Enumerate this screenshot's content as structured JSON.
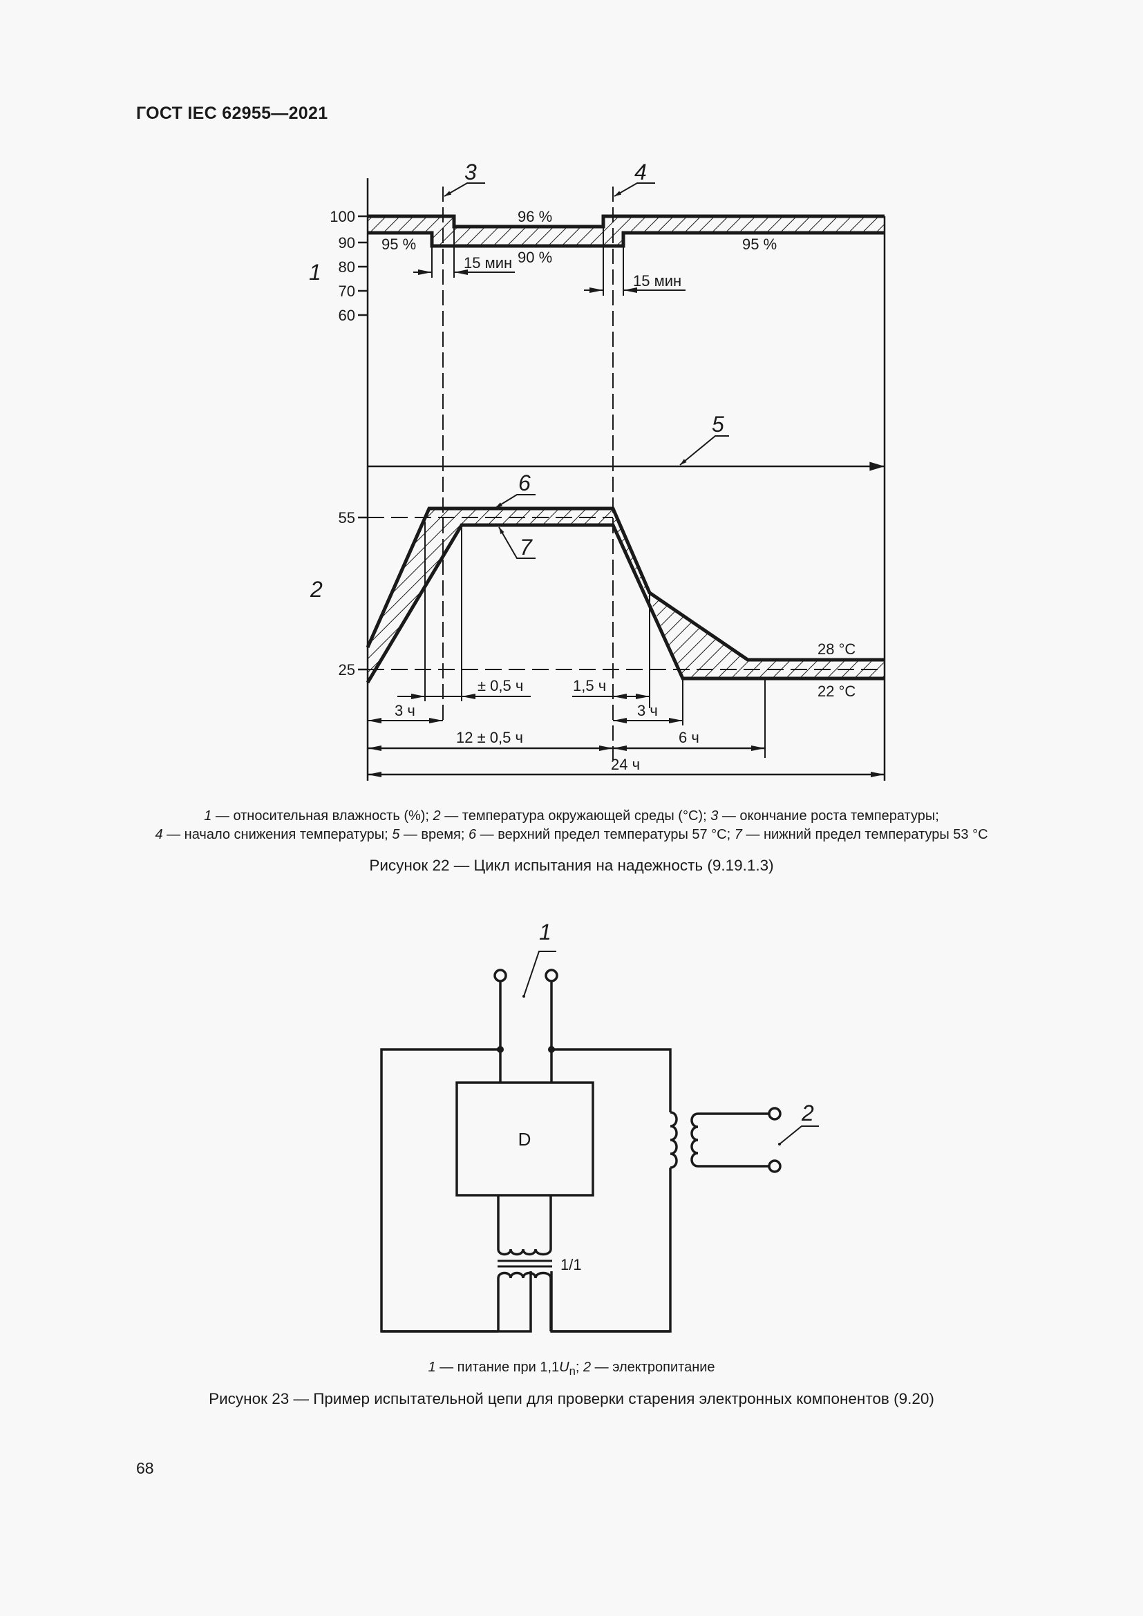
{
  "header": {
    "title": "ГОСТ IEC 62955—2021"
  },
  "figure22": {
    "callouts": {
      "c1": "1",
      "c2": "2",
      "c3": "3",
      "c4": "4",
      "c5": "5",
      "c6": "6",
      "c7": "7"
    },
    "humidity_axis_ticks": [
      "100",
      "90",
      "80",
      "70",
      "60"
    ],
    "humidity_labels": {
      "left_low": "95 %",
      "mid_high": "96 %",
      "mid_low": "90 %",
      "right_low": "95 %",
      "dim_15min_a": "15 мин",
      "dim_15min_b": "15 мин"
    },
    "temperature_axis_ticks": [
      "55",
      "25"
    ],
    "temperature_labels": {
      "upper_end": "28 °C",
      "lower_end": "22 °C"
    },
    "time_dimensions": {
      "tol_05h": "± 0,5 ч",
      "d_15h": "1,5 ч",
      "d_3h_left": "3 ч",
      "d_3h_right": "3 ч",
      "d_12h": "12 ± 0,5 ч",
      "d_6h": "6 ч",
      "d_24h": "24 ч"
    },
    "legend": {
      "k1": "1",
      "t1": " — относительная влажность (%); ",
      "k2": "2",
      "t2": " — температура окружающей среды (°C); ",
      "k3": "3",
      "t3": " — окончание роста температуры;",
      "k4": "4",
      "t4": " — начало снижения температуры; ",
      "k5": "5",
      "t5": " — время; ",
      "k6": "6",
      "t6": " — верхний предел температуры 57 °C; ",
      "k7": "7",
      "t7": " — нижний предел температуры 53 °C"
    },
    "caption": "Рисунок 22 — Цикл испытания на надежность (9.19.1.3)"
  },
  "figure23": {
    "callouts": {
      "c1": "1",
      "c2": "2"
    },
    "device_label": "D",
    "transformer_ratio": "1/1",
    "legend": {
      "k1": "1",
      "t1a": " — питание при 1,1",
      "u": "U",
      "sub": "n",
      "t1b": "; ",
      "k2": "2",
      "t2": " — электропитание"
    },
    "caption": "Рисунок 23 — Пример испытательной цепи для проверки старения электронных компонентов (9.20)"
  },
  "page": {
    "number": "68"
  }
}
